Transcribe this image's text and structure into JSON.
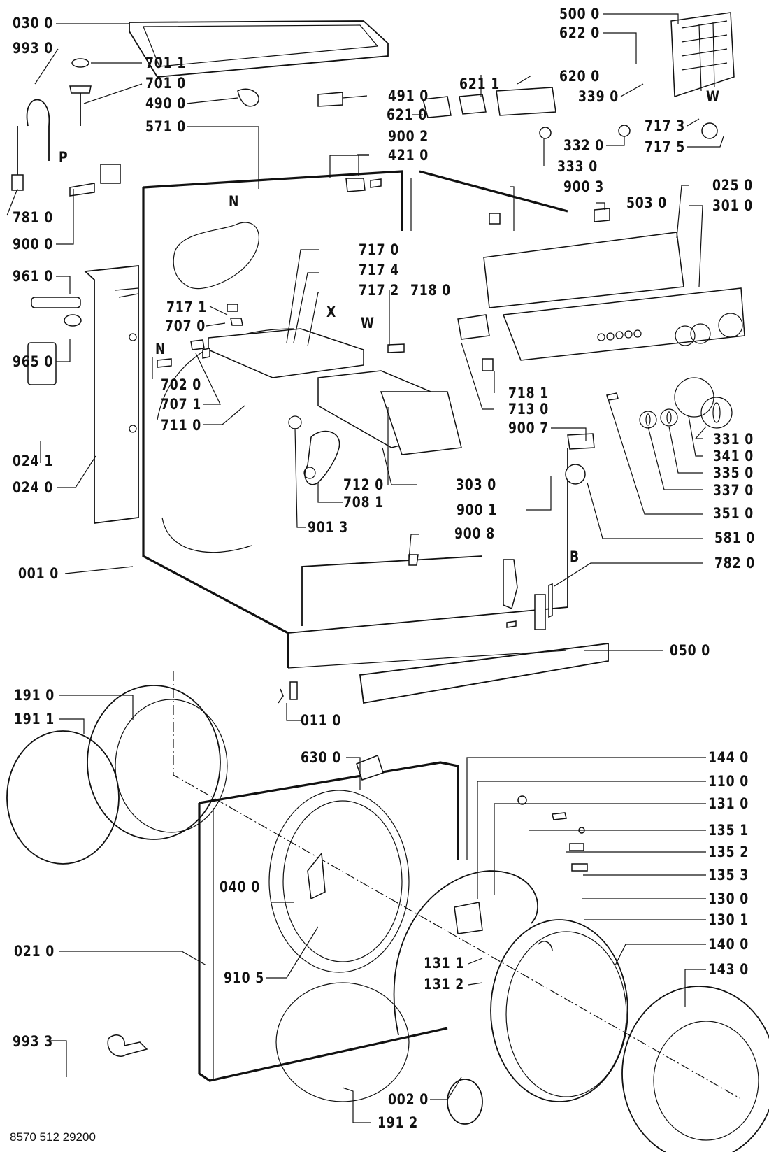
{
  "diagram": {
    "title": "Washing machine exploded parts view",
    "document_number": "8570 512 29200",
    "callouts": [
      {
        "id": "030 0"
      },
      {
        "id": "993 0"
      },
      {
        "id": "701 1"
      },
      {
        "id": "701 0"
      },
      {
        "id": "490 0"
      },
      {
        "id": "571 0"
      },
      {
        "id": "781 0"
      },
      {
        "id": "900 0"
      },
      {
        "id": "961 0"
      },
      {
        "id": "965 0"
      },
      {
        "id": "024 1"
      },
      {
        "id": "024 0"
      },
      {
        "id": "001 0"
      },
      {
        "id": "717 1"
      },
      {
        "id": "707 0"
      },
      {
        "id": "702 0"
      },
      {
        "id": "707 1"
      },
      {
        "id": "711 0"
      },
      {
        "id": "491 0"
      },
      {
        "id": "621 1"
      },
      {
        "id": "621 0"
      },
      {
        "id": "620 0"
      },
      {
        "id": "900 2"
      },
      {
        "id": "421 0"
      },
      {
        "id": "500 0"
      },
      {
        "id": "622 0"
      },
      {
        "id": "339 0"
      },
      {
        "id": "717 3"
      },
      {
        "id": "717 5"
      },
      {
        "id": "332 0"
      },
      {
        "id": "333 0"
      },
      {
        "id": "900 3"
      },
      {
        "id": "503 0"
      },
      {
        "id": "025 0"
      },
      {
        "id": "301 0"
      },
      {
        "id": "717 0"
      },
      {
        "id": "717 4"
      },
      {
        "id": "717 2"
      },
      {
        "id": "718 0"
      },
      {
        "id": "718 1"
      },
      {
        "id": "713 0"
      },
      {
        "id": "900 7"
      },
      {
        "id": "331 0"
      },
      {
        "id": "341 0"
      },
      {
        "id": "335 0"
      },
      {
        "id": "337 0"
      },
      {
        "id": "351 0"
      },
      {
        "id": "581 0"
      },
      {
        "id": "782 0"
      },
      {
        "id": "712 0"
      },
      {
        "id": "708 1"
      },
      {
        "id": "901 3"
      },
      {
        "id": "303 0"
      },
      {
        "id": "900 1"
      },
      {
        "id": "900 8"
      },
      {
        "id": "050 0"
      },
      {
        "id": "011 0"
      },
      {
        "id": "191 0"
      },
      {
        "id": "191 1"
      },
      {
        "id": "630 0"
      },
      {
        "id": "144 0"
      },
      {
        "id": "110 0"
      },
      {
        "id": "131 0"
      },
      {
        "id": "135 1"
      },
      {
        "id": "135 2"
      },
      {
        "id": "135 3"
      },
      {
        "id": "130 0"
      },
      {
        "id": "130 1"
      },
      {
        "id": "040 0"
      },
      {
        "id": "021 0"
      },
      {
        "id": "910 5"
      },
      {
        "id": "131 1"
      },
      {
        "id": "131 2"
      },
      {
        "id": "140 0"
      },
      {
        "id": "143 0"
      },
      {
        "id": "993 3"
      },
      {
        "id": "002 0"
      },
      {
        "id": "191 2"
      }
    ],
    "markers": {
      "p": "P",
      "n": "N",
      "w": "W",
      "x": "X",
      "b": "B"
    }
  }
}
